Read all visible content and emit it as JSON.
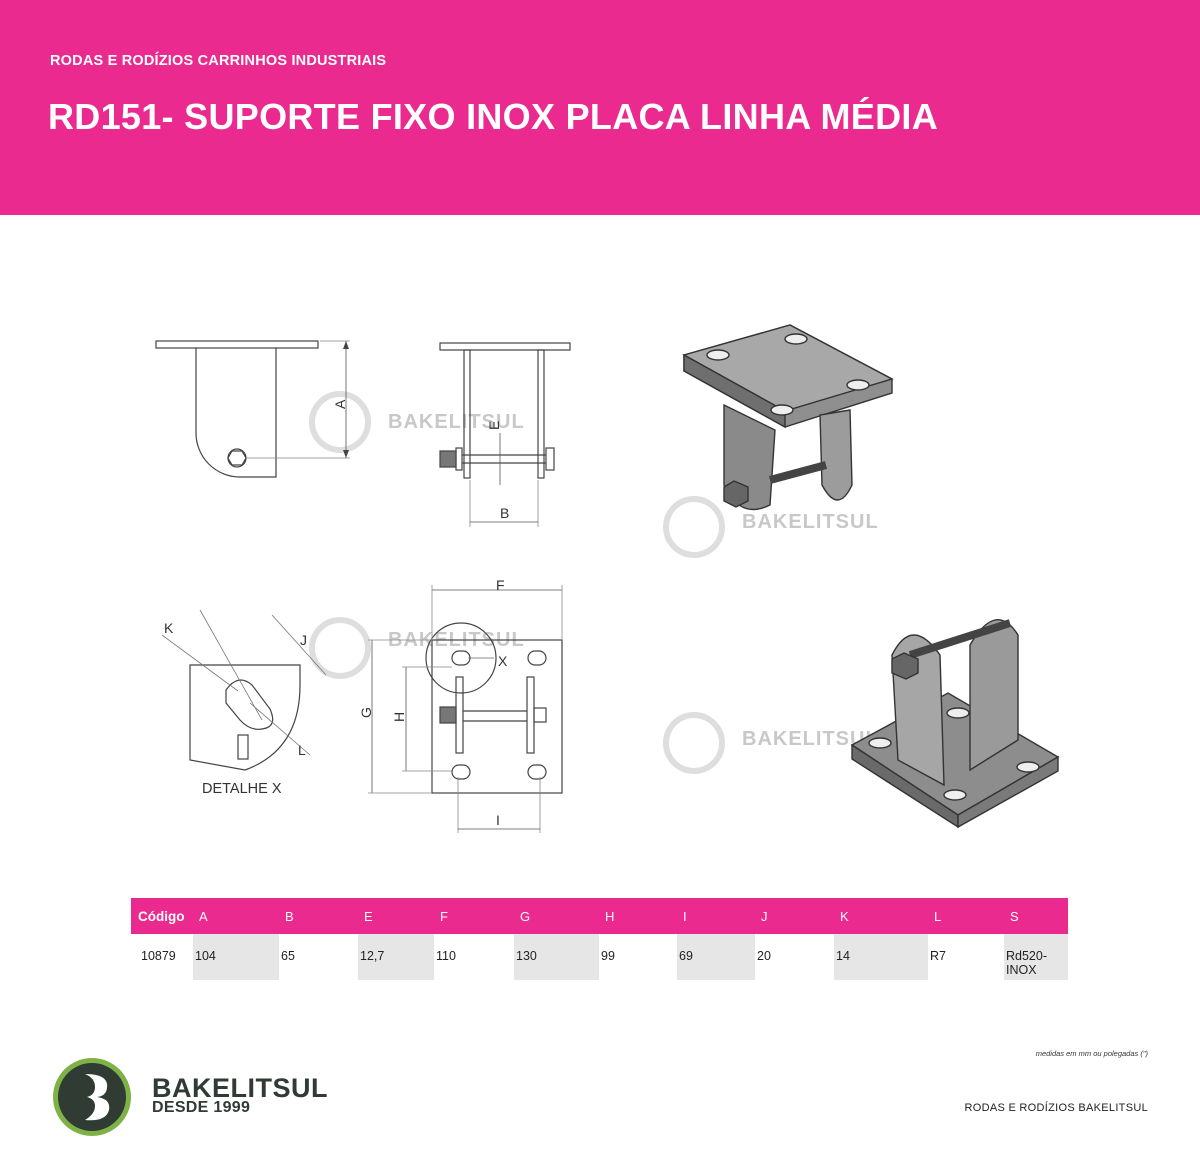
{
  "header": {
    "subtitle": "RODAS E RODÍZIOS CARRINHOS INDUSTRIAIS",
    "title": "RD151- SUPORTE FIXO INOX PLACA LINHA MÉDIA"
  },
  "drawing": {
    "watermark": "BAKELITSUL",
    "detail_label": "DETALHE X",
    "dims": {
      "A": "A",
      "B": "B",
      "E": "E",
      "F": "F",
      "G": "G",
      "H": "H",
      "I": "I",
      "J": "J",
      "K": "K",
      "L": "L",
      "X": "X"
    }
  },
  "table": {
    "headers": [
      "Código",
      "A",
      "B",
      "E",
      "F",
      "G",
      "H",
      "I",
      "J",
      "K",
      "L",
      "S"
    ],
    "rows": [
      [
        "10879",
        "104",
        "65",
        "12,7",
        "110",
        "130",
        "99",
        "69",
        "20",
        "14",
        "R7",
        "Rd520-INOX"
      ]
    ]
  },
  "footer": {
    "note": "medidas em mm ou polegadas (\")",
    "brand_line": "RODAS E RODÍZIOS BAKELITSUL",
    "logo_name": "BAKELITSUL",
    "logo_tag": "DESDE 1999"
  },
  "colors": {
    "accent": "#ea2a8e",
    "logo_green": "#2f3b33",
    "table_shade": "#e6e6e6"
  }
}
